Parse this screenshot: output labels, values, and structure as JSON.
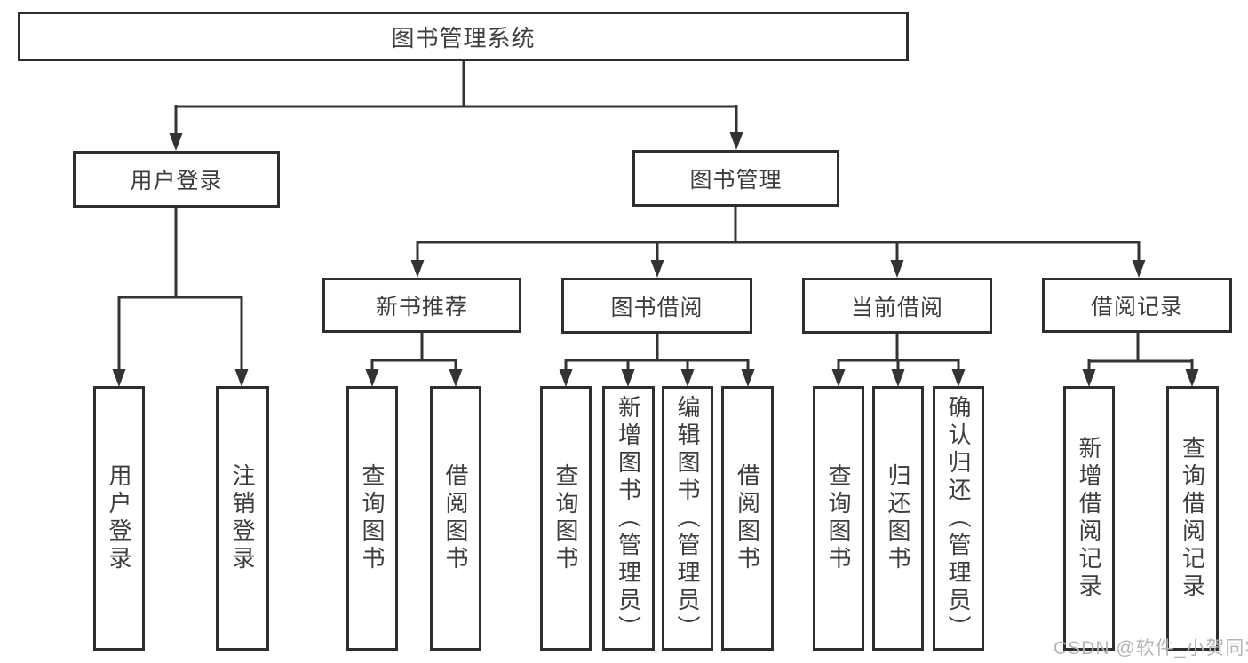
{
  "diagram": {
    "root": {
      "label": "图书管理系统"
    },
    "branches": [
      {
        "label": "用户登录",
        "children": [
          {
            "label": "用户登录"
          },
          {
            "label": "注销登录"
          }
        ]
      },
      {
        "label": "图书管理",
        "groups": [
          {
            "label": "新书推荐",
            "children": [
              {
                "label": "查询图书"
              },
              {
                "label": "借阅图书"
              }
            ]
          },
          {
            "label": "图书借阅",
            "children": [
              {
                "label": "查询图书"
              },
              {
                "label": "新增图书（管理员）"
              },
              {
                "label": "编辑图书（管理员）"
              },
              {
                "label": "借阅图书"
              }
            ]
          },
          {
            "label": "当前借阅",
            "children": [
              {
                "label": "查询图书"
              },
              {
                "label": "归还图书"
              },
              {
                "label": "确认归还（管理员）"
              }
            ]
          },
          {
            "label": "借阅记录",
            "children": [
              {
                "label": "新增借阅记录"
              },
              {
                "label": "查询借阅记录"
              }
            ]
          }
        ]
      }
    ]
  },
  "watermark": {
    "text": "CSDN @软件_小贺同学"
  },
  "colors": {
    "line": "#333333",
    "box_border": "#2e2e2e",
    "text": "#3d3d3d",
    "watermark": "#b5b5b5",
    "background": "#ffffff"
  }
}
